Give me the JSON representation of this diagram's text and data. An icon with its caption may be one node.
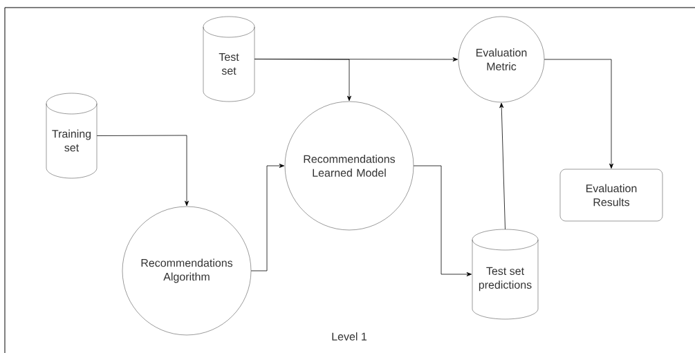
{
  "diagram": {
    "nodes": [
      {
        "text": [
          "Test set"
        ]
      },
      {
        "text": [
          "Evaluation Metric"
        ]
      },
      {
        "text": [
          "Training set"
        ]
      },
      {
        "text": [
          "Recommendations Learned Model"
        ]
      },
      {
        "text": [
          "Recommendations Algorithm"
        ]
      },
      {
        "text": [
          "Evaluation Results"
        ]
      },
      {
        "text": [
          "Test set predictions"
        ]
      }
    ],
    "edges": [
      {
        "from": 0,
        "to": 1,
        "arrow": "to"
      },
      {
        "from": 0,
        "to": 3,
        "arrow": "to"
      },
      {
        "from": 2,
        "to": 4,
        "arrow": "to"
      },
      {
        "from": 4,
        "to": 3,
        "arrow": "to"
      },
      {
        "from": 3,
        "to": 6,
        "arrow": "to"
      },
      {
        "from": 6,
        "to": 1,
        "arrow": "to"
      },
      {
        "from": 1,
        "to": 5,
        "arrow": "to"
      }
    ],
    "labels": [
      "Level 1"
    ]
  }
}
